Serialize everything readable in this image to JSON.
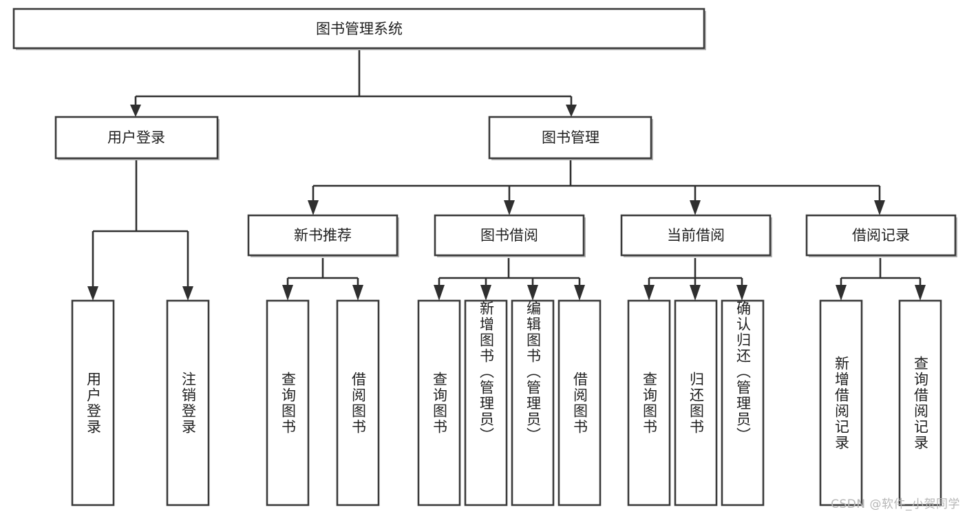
{
  "diagram": {
    "type": "tree-hierarchy-flowchart",
    "title": "图书管理系统",
    "levels": 4,
    "root": {
      "id": "root",
      "label": "图书管理系统",
      "shape": "rectangle"
    },
    "level2": [
      {
        "id": "user-login",
        "label": "用户登录",
        "shape": "rectangle"
      },
      {
        "id": "book-manage",
        "label": "图书管理",
        "shape": "rectangle"
      }
    ],
    "level3": [
      {
        "id": "new-book-rec",
        "label": "新书推荐",
        "parent": "book-manage",
        "shape": "rectangle"
      },
      {
        "id": "book-borrow",
        "label": "图书借阅",
        "parent": "book-manage",
        "shape": "rectangle"
      },
      {
        "id": "current-borrow",
        "label": "当前借阅",
        "parent": "book-manage",
        "shape": "rectangle"
      },
      {
        "id": "borrow-record",
        "label": "借阅记录",
        "parent": "book-manage",
        "shape": "rectangle"
      }
    ],
    "leaves": [
      {
        "id": "leaf-user-login",
        "label": "用户登录",
        "parent": "user-login",
        "orientation": "vertical"
      },
      {
        "id": "leaf-logout",
        "label": "注销登录",
        "parent": "user-login",
        "orientation": "vertical"
      },
      {
        "id": "leaf-query-book-1",
        "label": "查询图书",
        "parent": "new-book-rec",
        "orientation": "vertical"
      },
      {
        "id": "leaf-borrow-book-1",
        "label": "借阅图书",
        "parent": "new-book-rec",
        "orientation": "vertical"
      },
      {
        "id": "leaf-query-book-2",
        "label": "查询图书",
        "parent": "book-borrow",
        "orientation": "vertical"
      },
      {
        "id": "leaf-add-book",
        "label": "新增图书（管理员）",
        "parent": "book-borrow",
        "orientation": "vertical"
      },
      {
        "id": "leaf-edit-book",
        "label": "编辑图书（管理员）",
        "parent": "book-borrow",
        "orientation": "vertical"
      },
      {
        "id": "leaf-borrow-book-2",
        "label": "借阅图书",
        "parent": "book-borrow",
        "orientation": "vertical"
      },
      {
        "id": "leaf-query-book-3",
        "label": "查询图书",
        "parent": "current-borrow",
        "orientation": "vertical"
      },
      {
        "id": "leaf-return-book",
        "label": "归还图书",
        "parent": "current-borrow",
        "orientation": "vertical"
      },
      {
        "id": "leaf-confirm-return",
        "label": "确认归还（管理员）",
        "parent": "current-borrow",
        "orientation": "vertical"
      },
      {
        "id": "leaf-add-record",
        "label": "新增借阅记录",
        "parent": "borrow-record",
        "orientation": "vertical"
      },
      {
        "id": "leaf-query-record",
        "label": "查询借阅记录",
        "parent": "borrow-record",
        "orientation": "vertical"
      }
    ]
  },
  "watermark": {
    "text": "CSDN @软件_小贺同学"
  },
  "colors": {
    "background": "#ffffff",
    "node_fill": "#ffffff",
    "node_stroke": "#3a3a3a",
    "edge": "#2f2f2f",
    "text": "#1f1f1f",
    "watermark": "#b6b6b6"
  }
}
